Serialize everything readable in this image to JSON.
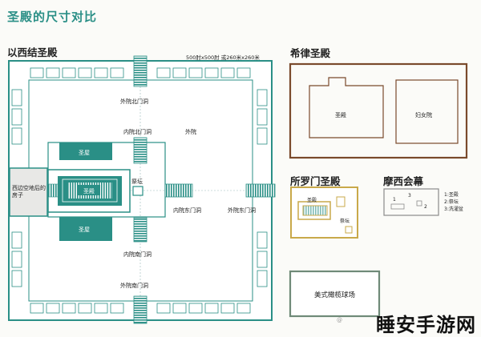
{
  "title": "圣殿的尺寸对比",
  "herod": {
    "title": "以西结圣殿",
    "dimension": "500肘x500肘 或260米x260米",
    "outer_north_gate": "外院北门洞",
    "inner_north_gate": "内院北门洞",
    "outer_court": "外院",
    "sacred_house": "圣屋",
    "temple": "圣殿",
    "altar": "祭坛",
    "west_house": "西边空地后的房子",
    "inner_east_gate": "内院东门洞",
    "outer_east_gate": "外院东门洞",
    "inner_south_gate": "内院南门洞",
    "outer_south_gate": "外院南门洞"
  },
  "herodian": {
    "title": "希律圣殿",
    "temple": "圣殿",
    "womens_court": "妇女院"
  },
  "solomon": {
    "title": "所罗门圣殿",
    "temple": "圣殿",
    "altar": "祭坛"
  },
  "moses": {
    "title": "摩西会幕",
    "legend": [
      "1:圣殿",
      "2:祭坛",
      "3:洗濯盆"
    ],
    "marks": [
      "1",
      "2",
      "3"
    ]
  },
  "football": {
    "label": "美式橄榄球场"
  },
  "watermark": {
    "brand": "睡安手游网",
    "small": "@"
  },
  "colors": {
    "teal": "#2a8f86",
    "brown": "#7a4a2c",
    "gold": "#c9a94a",
    "gray": "#8a8a8a",
    "green_gray": "#6f8a78"
  }
}
